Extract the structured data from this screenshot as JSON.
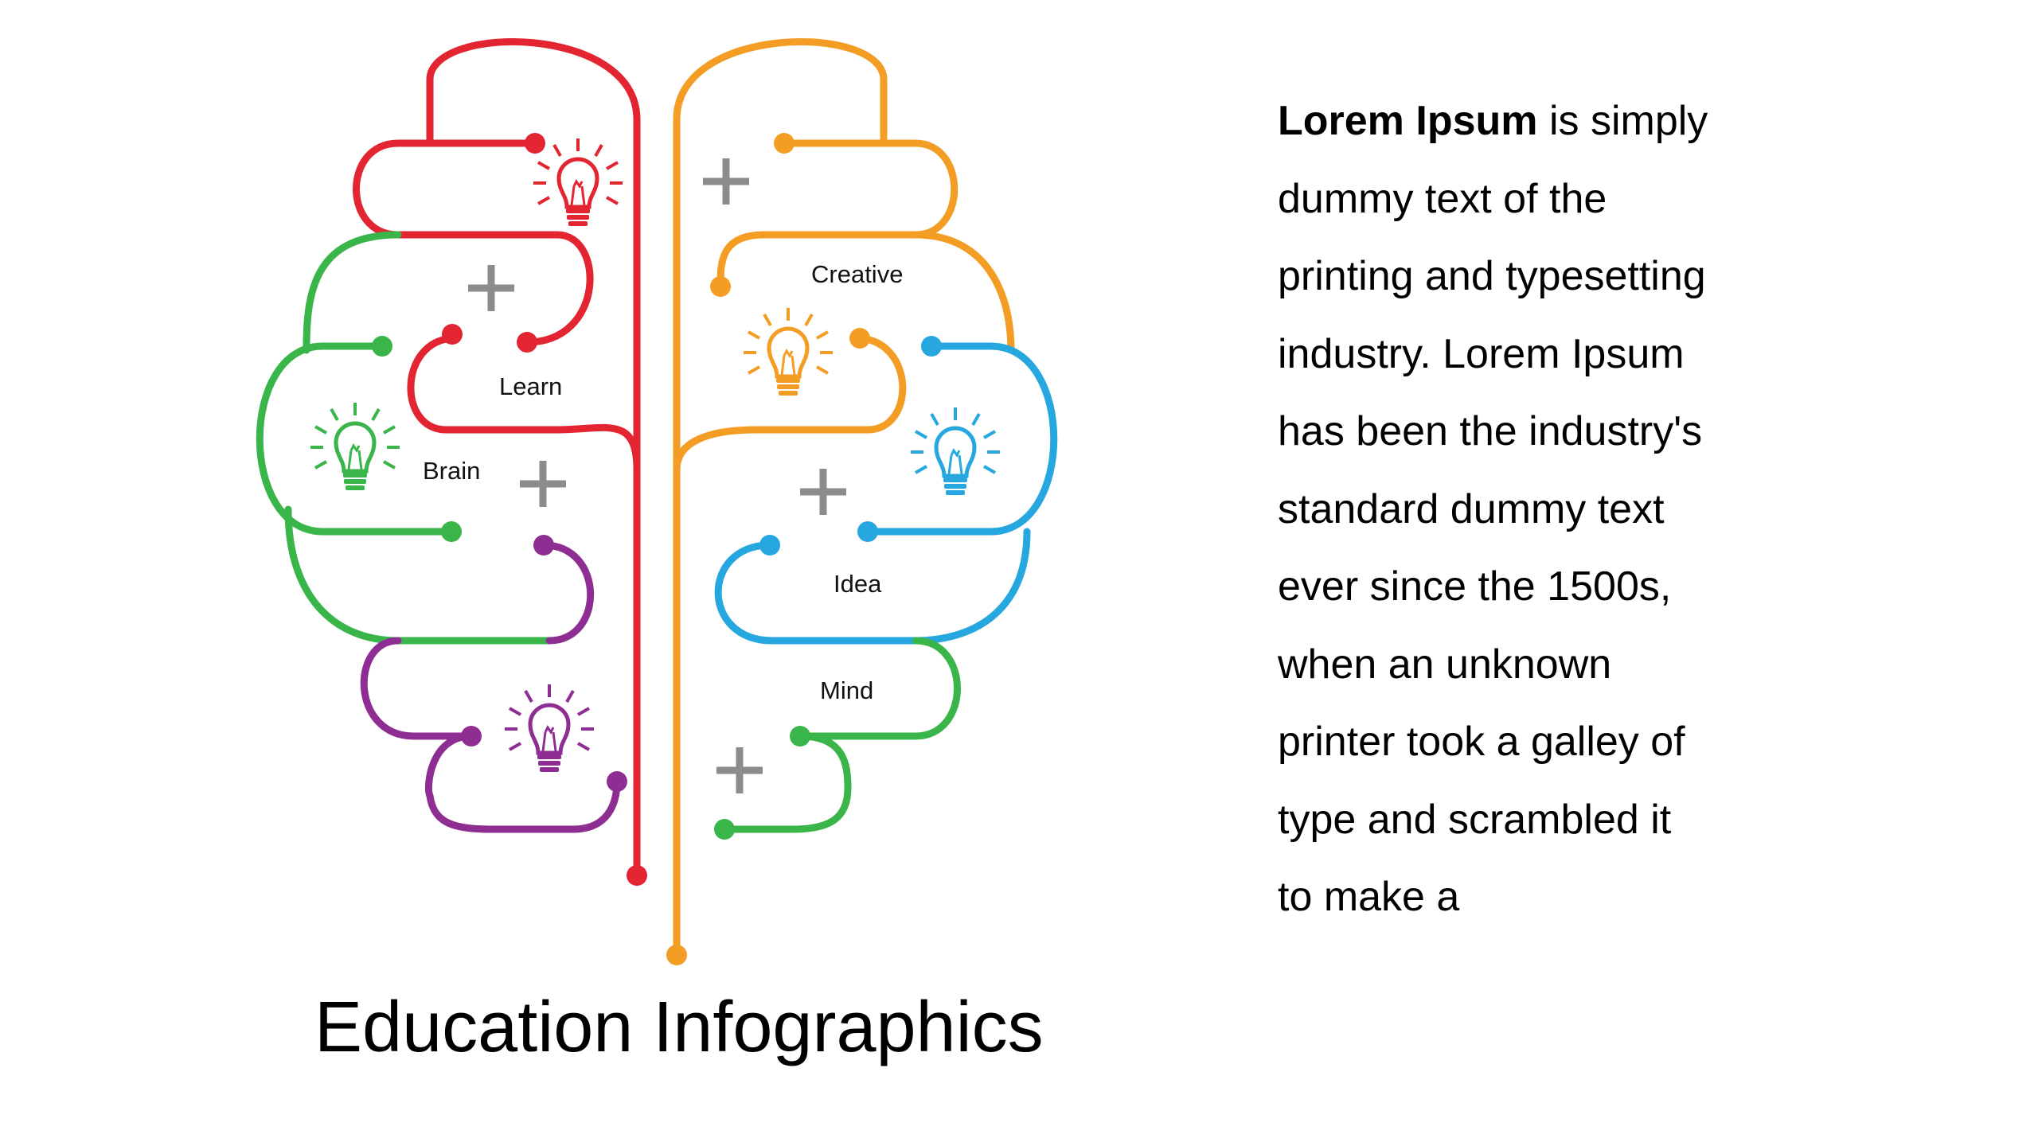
{
  "title": "Education Infographics",
  "description": {
    "lead": "Lorem Ipsum",
    "lines": [
      " is simply",
      "dummy text of the",
      "printing and typesetting",
      "industry. Lorem Ipsum",
      "has been the industry's",
      "standard dummy text",
      "ever since the 1500s,",
      "when an unknown",
      "printer took a galley of",
      "type and scrambled it",
      "to make a"
    ]
  },
  "labels": {
    "learn": "Learn",
    "brain": "Brain",
    "creative": "Creative",
    "idea": "Idea",
    "mind": "Mind"
  },
  "colors": {
    "red": "#E32532",
    "orange": "#F49D25",
    "green": "#3AB54A",
    "blue": "#27A7DF",
    "purple": "#8E2E92",
    "plus": "#8C8C8C"
  },
  "icons": [
    "lightbulb-icon",
    "plus-icon"
  ]
}
